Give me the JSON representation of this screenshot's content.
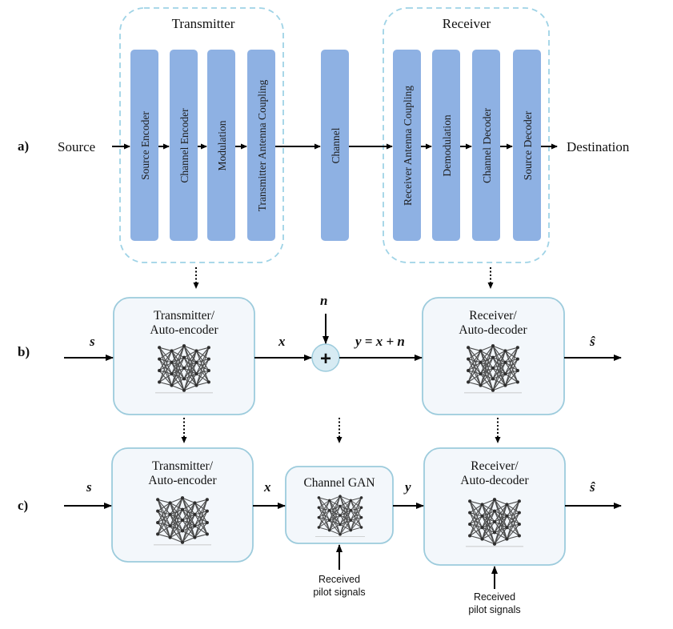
{
  "row_labels": {
    "a": "a)",
    "b": "b)",
    "c": "c)"
  },
  "row_a": {
    "source": "Source",
    "destination": "Destination",
    "transmitter_title": "Transmitter",
    "receiver_title": "Receiver",
    "transmitter_blocks": [
      "Source Encoder",
      "Channel Encoder",
      "Modulation",
      "Transmitter Antenna Coupling"
    ],
    "channel_block": "Channel",
    "receiver_blocks": [
      "Receiver Antenna Coupling",
      "Demodulation",
      "Channel Decoder",
      "Source Decoder"
    ]
  },
  "row_b": {
    "tx_line1": "Transmitter/",
    "tx_line2": "Auto-encoder",
    "rx_line1": "Receiver/",
    "rx_line2": "Auto-decoder",
    "input_symbol": "s",
    "x_symbol": "x",
    "noise_symbol": "n",
    "plus_symbol": "+",
    "y_equation": "y = x + n",
    "output_symbol": "ŝ"
  },
  "row_c": {
    "tx_line1": "Transmitter/",
    "tx_line2": "Auto-encoder",
    "gan_title": "Channel GAN",
    "rx_line1": "Receiver/",
    "rx_line2": "Auto-decoder",
    "input_symbol": "s",
    "x_symbol": "x",
    "y_symbol": "y",
    "output_symbol": "ŝ",
    "pilot_gan_line1": "Received",
    "pilot_gan_line2": "pilot signals",
    "pilot_rx_line1": "Received",
    "pilot_rx_line2": "pilot signals"
  },
  "colors": {
    "block_fill": "#8eb1e3",
    "dashed_group": "#9fd3e6",
    "rounded_box_fill": "#f3f7fb",
    "rounded_box_stroke": "#9ccbdc",
    "plus_fill": "#d7ebf3",
    "network": "#3a3a3a",
    "arrow": "#000000"
  }
}
